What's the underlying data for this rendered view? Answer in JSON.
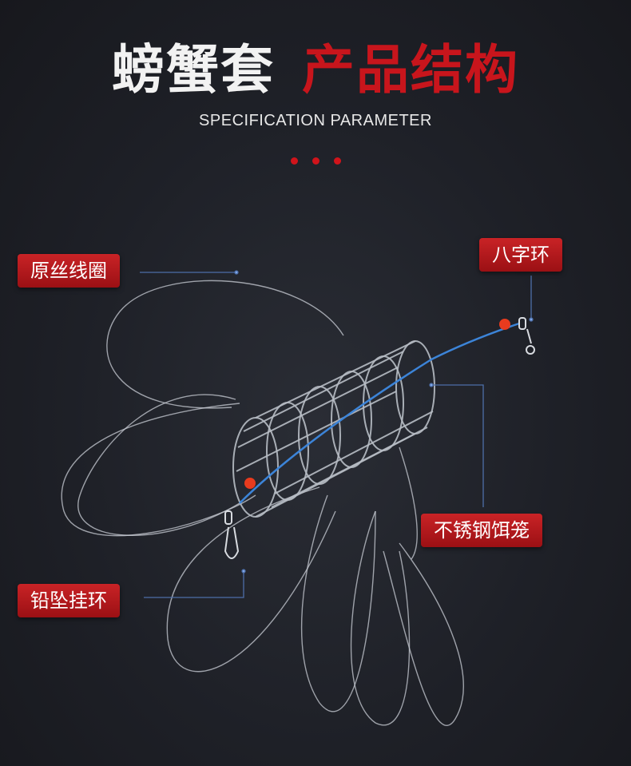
{
  "header": {
    "title_white": "螃蟹套",
    "title_red": "产品结构",
    "subtitle": "SPECIFICATION PARAMETER"
  },
  "labels": {
    "line_coil": "原丝线圈",
    "swivel": "八字环",
    "cage": "不锈钢饵笼",
    "sinker_ring": "铅坠挂环"
  },
  "colors": {
    "accent_red": "#c8151c",
    "background": "#1e2027",
    "callout_line": "#4d6ea8"
  }
}
